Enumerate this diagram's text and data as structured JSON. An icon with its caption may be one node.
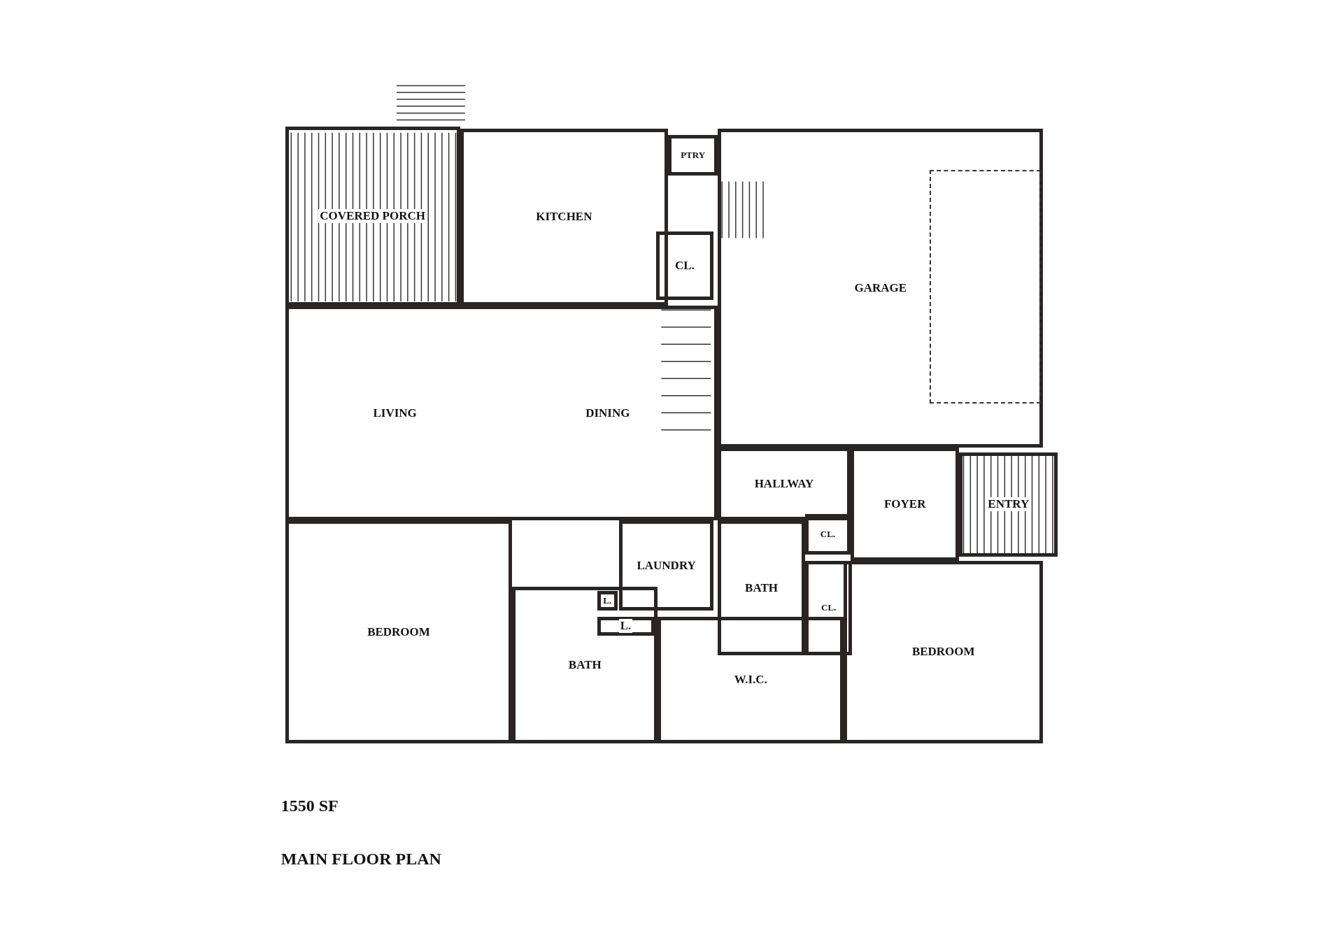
{
  "diagram": {
    "caption": "MAIN FLOOR PLAN",
    "nodes": [
      {
        "text": [
          "COVERED PORCH"
        ]
      },
      {
        "text": [
          "KITCHEN"
        ]
      },
      {
        "text": [
          "PTRY"
        ]
      },
      {
        "text": [
          "CL."
        ]
      },
      {
        "text": [
          "GARAGE"
        ]
      },
      {
        "text": [
          "LIVING",
          "DINING"
        ]
      },
      {
        "text": [
          "HALLWAY"
        ]
      },
      {
        "text": [
          "CL."
        ]
      },
      {
        "text": [
          "FOYER"
        ]
      },
      {
        "text": [
          "ENTRY"
        ]
      },
      {
        "text": [
          "LAUNDRY"
        ]
      },
      {
        "text": [
          "BATH"
        ]
      },
      {
        "text": [
          "CL."
        ]
      },
      {
        "text": [
          "BEDROOM"
        ]
      },
      {
        "text": [
          "BATH"
        ]
      },
      {
        "text": [
          "L."
        ],
        "in": 14
      },
      {
        "text": [
          "L."
        ],
        "in": 14
      },
      {
        "text": [
          "W.I.C."
        ]
      },
      {
        "text": [
          "BEDROOM"
        ]
      },
      {
        "text": [],
        "shape": "box",
        "in": 4
      }
    ],
    "labels": [
      "1550 SF"
    ]
  }
}
